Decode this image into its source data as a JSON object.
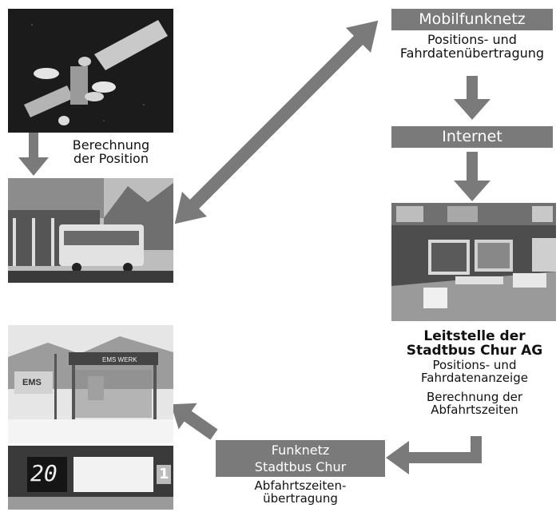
{
  "colors": {
    "arrow": "#7a7a7a",
    "box": "#7a7a7a",
    "box_text": "#ffffff",
    "text": "#111111"
  },
  "satellite": {
    "caption_line1": "Berechnung",
    "caption_line2": "der Position"
  },
  "mobile_network": {
    "title": "Mobilfunknetz",
    "caption_line1": "Positions- und",
    "caption_line2": "Fahrdatenübertragung"
  },
  "internet": {
    "title": "Internet"
  },
  "control_center": {
    "title_line1": "Leitstelle der",
    "title_line2": "Stadtbus Chur AG",
    "sub1_line1": "Positions- und",
    "sub1_line2": "Fahrdatenanzeige",
    "sub2_line1": "Berechnung der",
    "sub2_line2": "Abfahrtszeiten"
  },
  "radio_network": {
    "title_line1": "Funknetz",
    "title_line2": "Stadtbus Chur",
    "caption_line1": "Abfahrtszeiten-",
    "caption_line2": "übertragung"
  },
  "bus_stop": {
    "shelter_sign": "EMS WERK",
    "building_sign": "EMS"
  },
  "display": {
    "minutes": "20",
    "platform": "1"
  }
}
